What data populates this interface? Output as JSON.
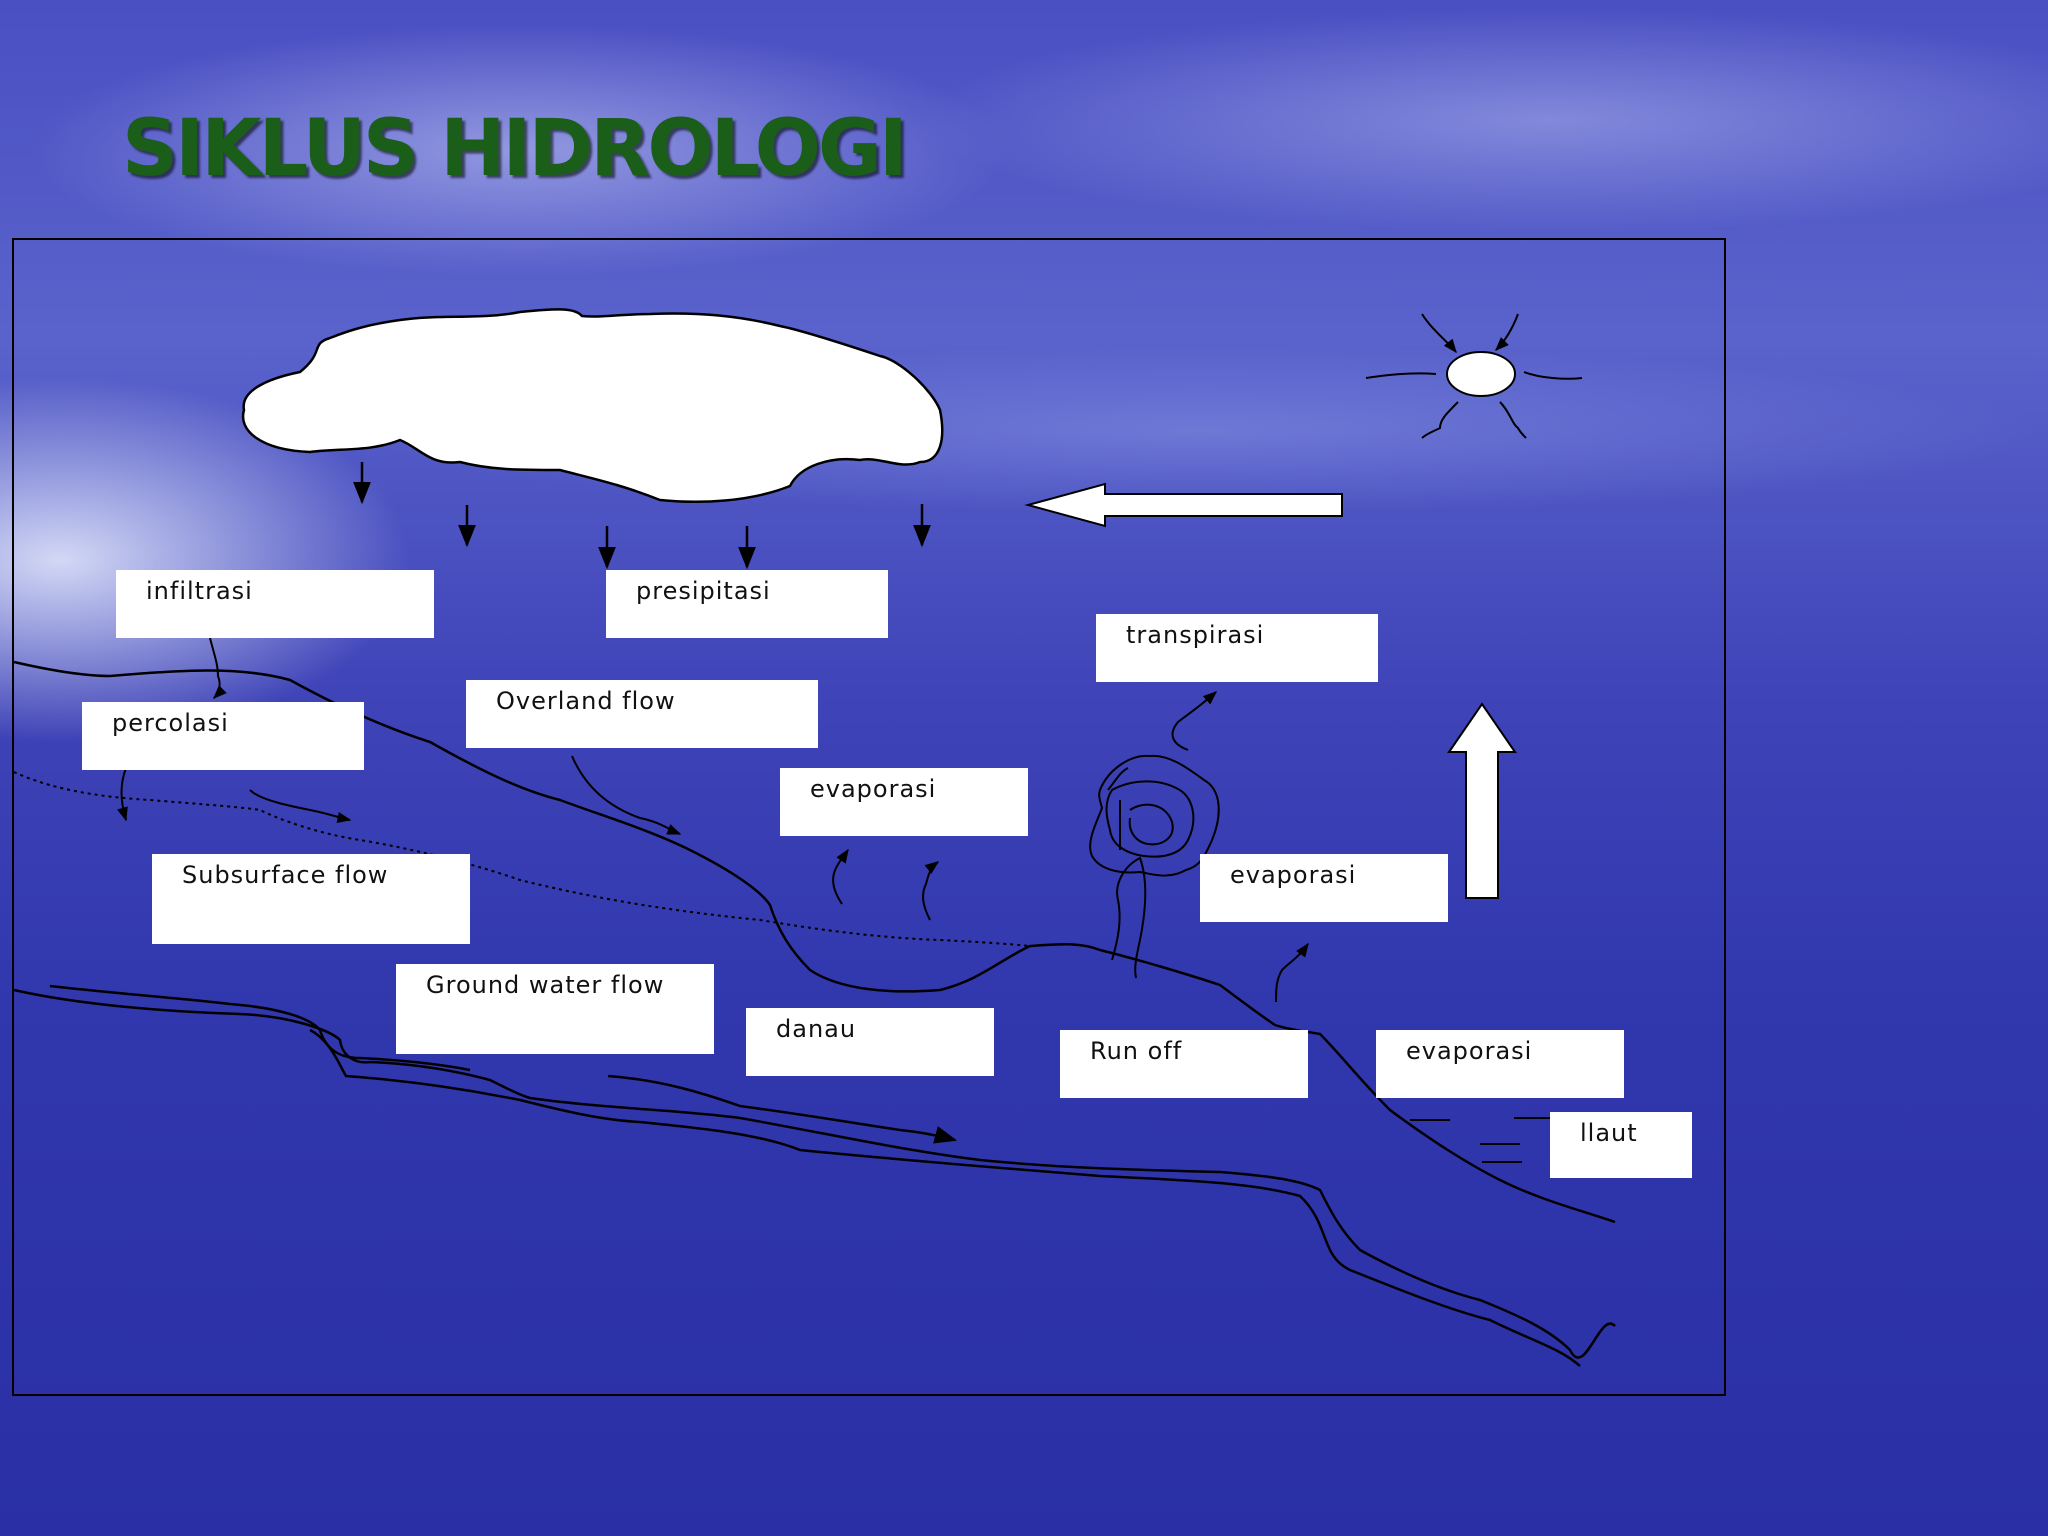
{
  "slide": {
    "title": "SIKLUS HIDROLOGI"
  },
  "labels": {
    "infiltrasi": "infiltrasi",
    "presipitasi": "presipitasi",
    "transpirasi": "transpirasi",
    "percolasi": "percolasi",
    "overland_flow": "Overland flow",
    "evaporasi_1": "evaporasi",
    "subsurface_flow": "Subsurface flow",
    "evaporasi_2": "evaporasi",
    "ground_water_flow": "Ground water flow",
    "danau": "danau",
    "run_off": "Run off",
    "evaporasi_3": "evaporasi",
    "laut": "llaut"
  },
  "colors": {
    "title": "#1a5e1a",
    "background": "#3a3fb4",
    "line": "#000000",
    "box": "#ffffff"
  },
  "icons": [
    "cloud-icon",
    "sun-icon",
    "tree-icon",
    "rain-arrow-icon",
    "big-left-arrow-icon",
    "big-up-arrow-icon"
  ]
}
